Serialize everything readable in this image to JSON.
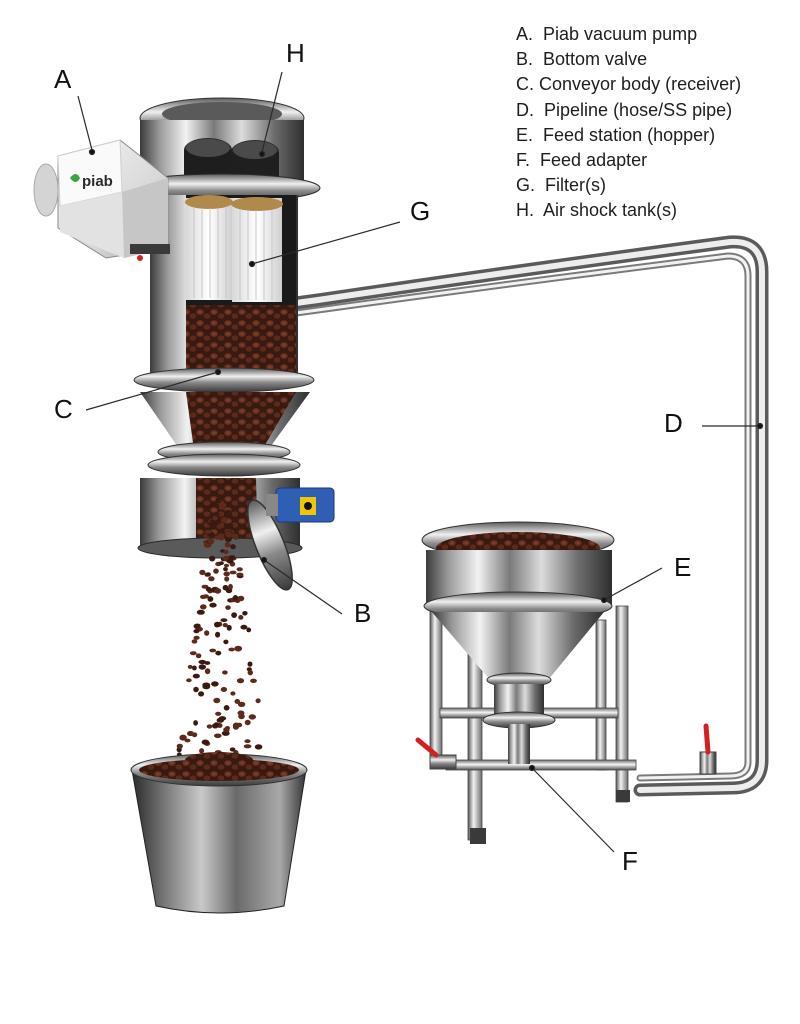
{
  "legend": [
    {
      "key": "A.",
      "text": "Piab vacuum pump"
    },
    {
      "key": "B.",
      "text": "Bottom valve"
    },
    {
      "key": "C.",
      "text": "Conveyor body (receiver)"
    },
    {
      "key": "D.",
      "text": "Pipeline (hose/SS pipe)"
    },
    {
      "key": "E.",
      "text": "Feed station (hopper)"
    },
    {
      "key": "F.",
      "text": "Feed adapter"
    },
    {
      "key": "G.",
      "text": "Filter(s)"
    },
    {
      "key": "H.",
      "text": "Air shock tank(s)"
    }
  ],
  "callouts": {
    "A": "A",
    "B": "B",
    "C": "C",
    "D": "D",
    "E": "E",
    "F": "F",
    "G": "G",
    "H": "H"
  },
  "brand": {
    "logo_text": "piab"
  },
  "colors": {
    "steel_dark": "#3a3a3a",
    "steel_light": "#e6e6e6",
    "beans": "#4a2418",
    "actuator_blue": "#2f5fb5",
    "valve_red": "#d61f1f",
    "filter_white": "#f4f4f4",
    "gasket_tan": "#b08a4a"
  }
}
